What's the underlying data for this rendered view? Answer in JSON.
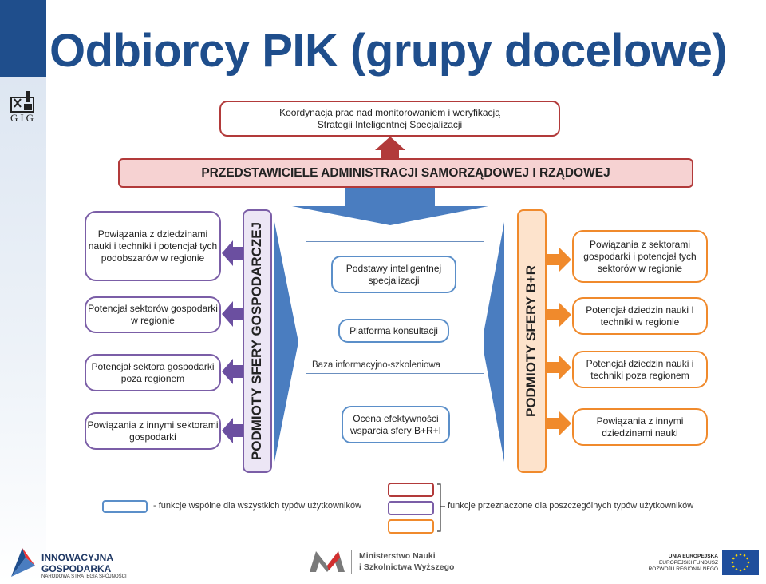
{
  "title": "Odbiorcy PIK (grupy docelowe)",
  "sidebar": {
    "logo_text": "GIG"
  },
  "top_box": {
    "line1": "Koordynacja prac nad monitorowaniem i weryfikacją",
    "line2": "Strategii Inteligentnej Specjalizacji"
  },
  "admin_bar": "PRZEDSTAWICIELE ADMINISTRACJI SAMORZĄDOWEJ I RZĄDOWEJ",
  "left_column": {
    "label": "PODMIOTY SFERY GOSPODARCZEJ",
    "items": [
      "Powiązania z dziedzinami nauki i techniki i potencjał tych podobszarów w regionie",
      "Potencjał sektorów gospodarki w regionie",
      "Potencjał sektora gospodarki poza regionem",
      "Powiązania z innymi sektorami gospodarki"
    ]
  },
  "right_column": {
    "label": "PODMIOTY SFERY B+R",
    "items": [
      "Powiązania z sektorami gospodarki i potencjał tych sektorów w regionie",
      "Potencjał dziedzin nauki I techniki w regionie",
      "Potencjał dziedzin nauki i techniki poza regionem",
      "Powiązania z innymi dziedzinami nauki"
    ]
  },
  "center": {
    "box1": "Podstawy inteligentnej specjalizacji",
    "box2": "Platforma konsultacji",
    "base_label": "Baza informacyjno-szkoleniowa",
    "box3": "Ocena efektywności wsparcia sfery B+R+I"
  },
  "legend": {
    "common": "- funkcje wspólne dla wszystkich typów użytkowników",
    "specific": "funkcje przeznaczone dla poszczególnych typów użytkowników"
  },
  "footer": {
    "left_logo": {
      "line1": "INNOWACYJNA",
      "line2": "GOSPODARKA",
      "line3": "NARODOWA STRATEGIA SPÓJNOŚCI"
    },
    "center_logo": {
      "line1": "Ministerstwo Nauki",
      "line2": "i Szkolnictwa Wyższego"
    },
    "right_logo": {
      "line1": "UNIA EUROPEJSKA",
      "line2": "EUROPEJSKI FUNDUSZ",
      "line3": "ROZWOJU REGIONALNEGO"
    }
  },
  "colors": {
    "title": "#1f4e8c",
    "purple": "#7b5ea7",
    "orange": "#f08a2c",
    "blue": "#5b8fc9",
    "red": "#b23a3a",
    "arrow_blue": "#4a7dc0"
  }
}
